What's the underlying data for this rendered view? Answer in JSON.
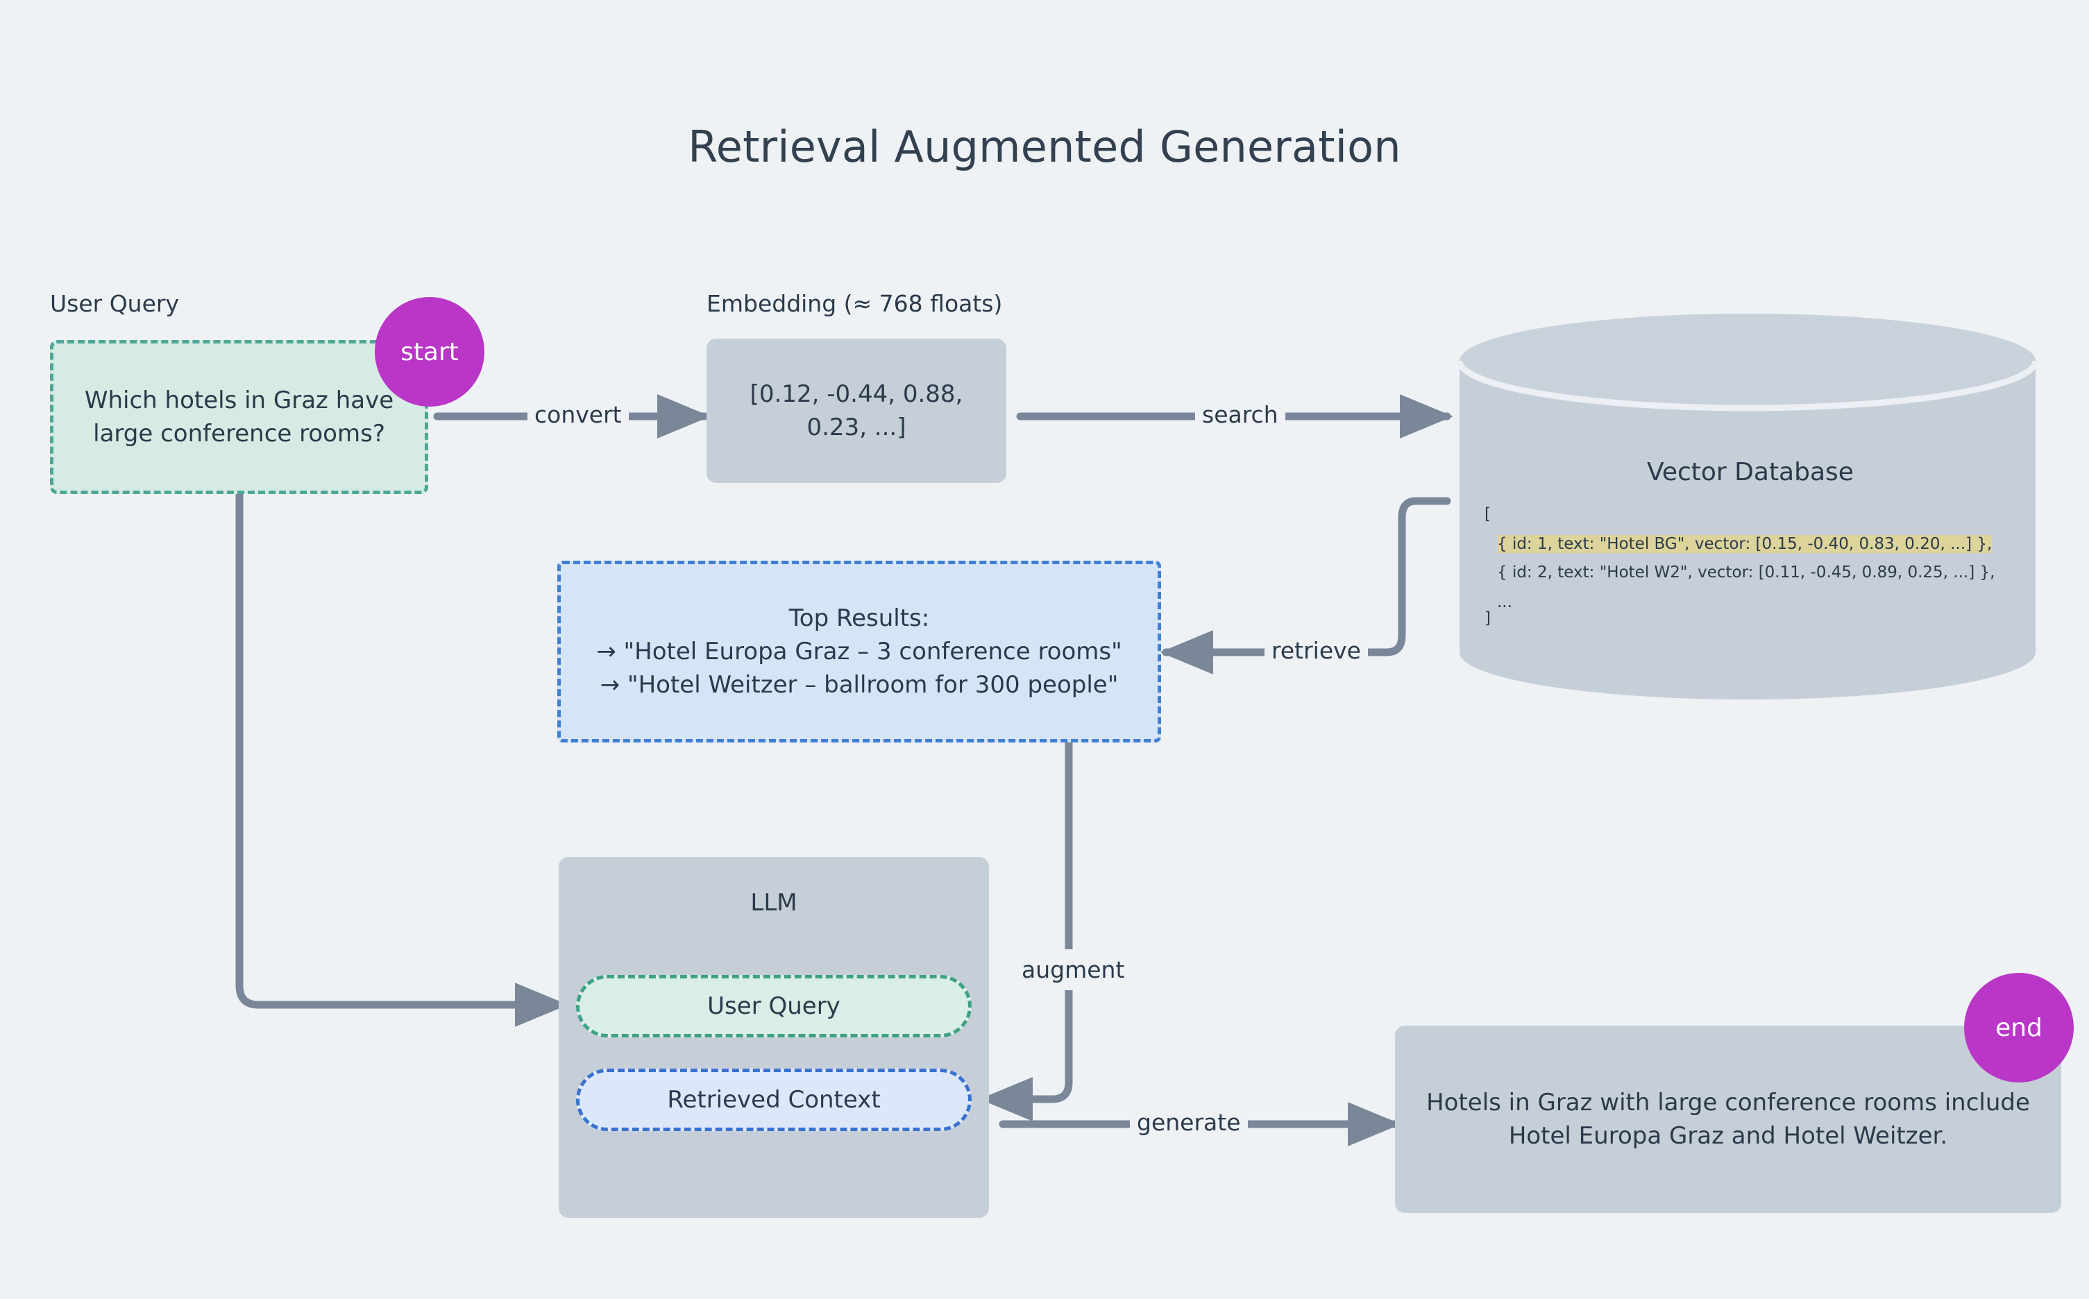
{
  "title": "Retrieval Augmented Generation",
  "colors": {
    "background": "#eff2f5",
    "text": "#2b3a4a",
    "edge": "#7a8799",
    "badge": "#b936c6",
    "query_fill": "#d5ebe3",
    "query_border": "#4ea796",
    "gray_fill": "#c6ced8",
    "blue_fill": "#d6e4f7",
    "blue_border": "#3f7fd4",
    "highlight": "#ddd49b"
  },
  "badges": {
    "start": "start",
    "end": "end"
  },
  "labels": {
    "user_query": "User Query",
    "embedding": "Embedding (≈ 768 floats)"
  },
  "nodes": {
    "user_query_box": {
      "line1": "Which hotels in Graz have",
      "line2": "large conference rooms?"
    },
    "embedding_box": {
      "line1": "[0.12, -0.44, 0.88,",
      "line2": "0.23, ...]"
    },
    "vector_db": {
      "title": "Vector Database",
      "code": [
        "[",
        "{ id: 1, text: \"Hotel BG\", vector: [0.15, -0.40, 0.83, 0.20, ...] },",
        "{ id: 2, text: \"Hotel W2\", vector: [0.11, -0.45, 0.89, 0.25, ...] },",
        "...",
        "]"
      ],
      "highlight_index": 1
    },
    "top_results": {
      "heading": "Top Results:",
      "line1": "→ \"Hotel Europa Graz – 3 conference rooms\"",
      "line2": "→ \"Hotel Weitzer – ballroom for 300 people\""
    },
    "llm": {
      "title": "LLM",
      "user_query_pill": "User Query",
      "retrieved_context_pill": "Retrieved Context"
    },
    "answer_box": {
      "line1": "Hotels in Graz with large conference rooms include",
      "line2": "Hotel Europa Graz and Hotel Weitzer."
    }
  },
  "edges": [
    {
      "id": "convert",
      "label": "convert"
    },
    {
      "id": "search",
      "label": "search"
    },
    {
      "id": "retrieve",
      "label": "retrieve"
    },
    {
      "id": "augment",
      "label": "augment"
    },
    {
      "id": "generate",
      "label": "generate"
    }
  ]
}
